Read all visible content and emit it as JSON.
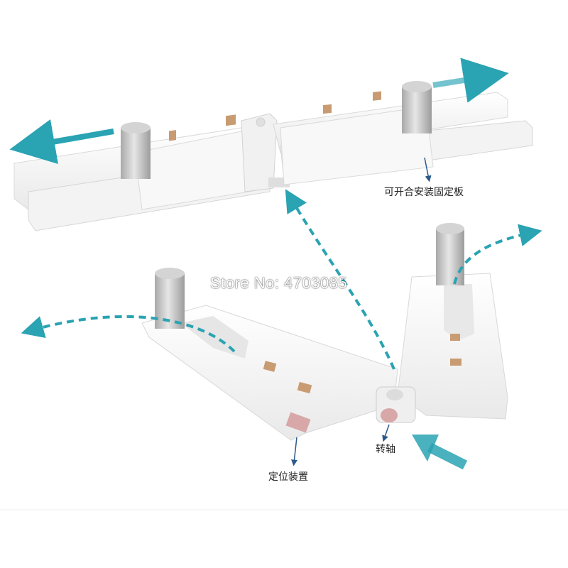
{
  "watermark": {
    "text": "Store No: 4703085"
  },
  "callouts": {
    "mounting_plate": "可开合安装固定板",
    "pivot": "转轴",
    "locating_device": "定位装置"
  },
  "colors": {
    "plastic": "#f7f7f7",
    "plastic_shadow": "#dcdcdc",
    "peg": "#c9c9c9",
    "slot": "#c89b72",
    "arrow": "#2aa3b3",
    "leader": "#2a5a8a"
  }
}
